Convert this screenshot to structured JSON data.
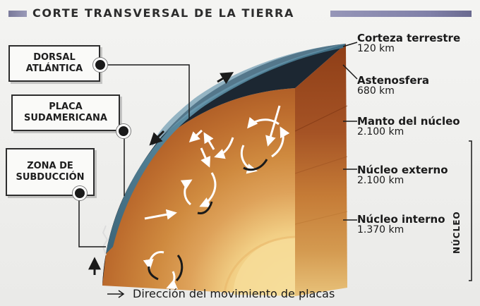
{
  "title": "Corte transversal de la Tierra",
  "boxes": {
    "dorsal": [
      "Dorsal",
      "Atlántica"
    ],
    "placa": [
      "Placa",
      "Sudamericana"
    ],
    "zona": [
      "Zona de",
      "subducción"
    ]
  },
  "layers": [
    {
      "name": "Corteza terrestre",
      "thickness": "120 km"
    },
    {
      "name": "Astenosfera",
      "thickness": "680 km"
    },
    {
      "name": "Manto del núcleo",
      "thickness": "2.100 km"
    },
    {
      "name": "Núcleo externo",
      "thickness": "2.100 km"
    },
    {
      "name": "Núcleo interno",
      "thickness": "1.370 km"
    }
  ],
  "nucleo_bracket_label": "Núcleo",
  "legend_text": "Dirección del movimiento de placas",
  "colors": {
    "crust": "#4f7f95",
    "asthenosphere": "#1e2a36",
    "mantle": "#b15a24",
    "outer_core": "#d28a3a",
    "inner_core": "#efc878",
    "label_box_border": "#2d2d2d",
    "title_bar": "#8a8ab0"
  }
}
